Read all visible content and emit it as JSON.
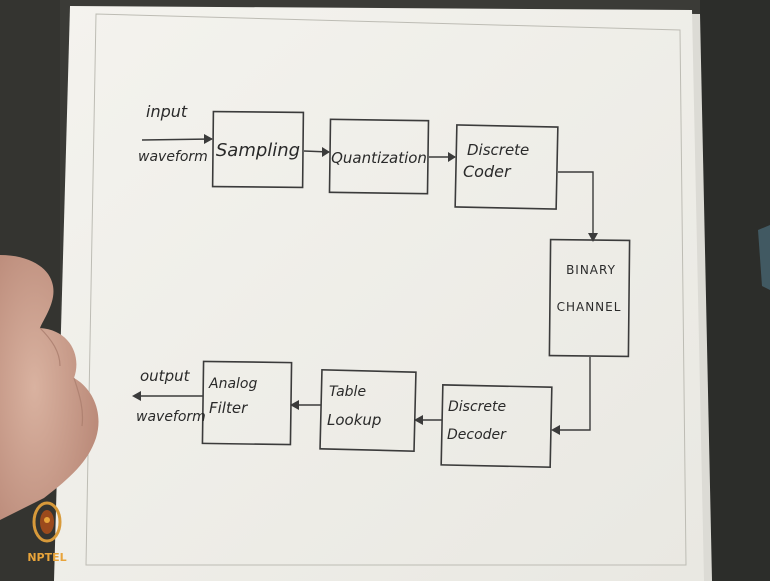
{
  "diagram": {
    "input_label_line1": "input",
    "input_label_line2": "waveform",
    "sampling": "Sampling",
    "quantization": "Quantization",
    "coder_line1": "Discrete",
    "coder_line2": "Coder",
    "channel_line1": "BINARY",
    "channel_line2": "CHANNEL",
    "decoder_line1": "Discrete",
    "decoder_line2": "Decoder",
    "lookup_line1": "Table",
    "lookup_line2": "Lookup",
    "filter_line1": "Analog",
    "filter_line2": "Filter",
    "output_label_line1": "output",
    "output_label_line2": "waveform"
  },
  "logo": {
    "text": "NPTEL"
  },
  "colors": {
    "background": "#3a3a36",
    "paper": "#f1f0ea",
    "ink": "#2a2a2a",
    "logo_text": "#e8a43a"
  }
}
